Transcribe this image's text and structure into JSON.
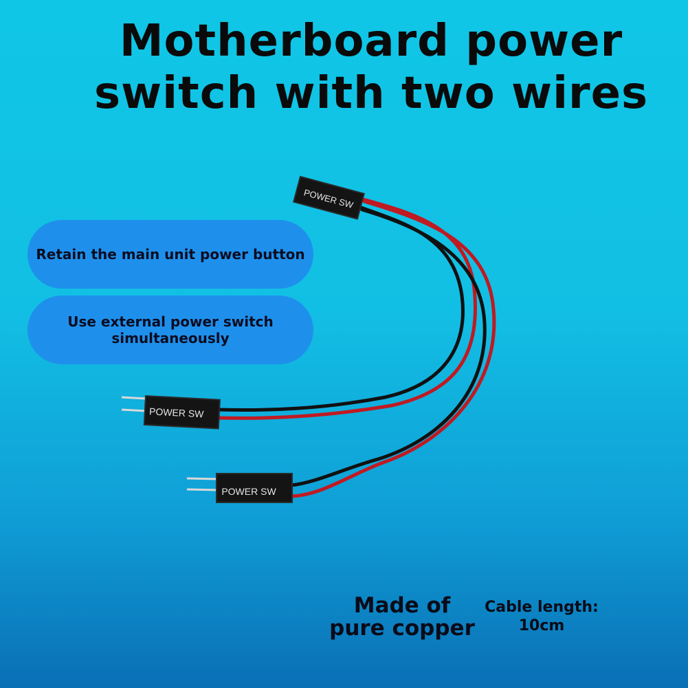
{
  "title": {
    "line1": "Motherboard power",
    "line2": "switch with two wires"
  },
  "features": [
    {
      "lines": [
        "Retain the main unit power button"
      ]
    },
    {
      "lines": [
        "Use external power switch",
        "simultaneously"
      ]
    }
  ],
  "connector_label": "POWER SW",
  "material": {
    "line1": "Made of",
    "line2": "pure copper"
  },
  "cable_length": {
    "line1": "Cable length:",
    "line2": "10cm"
  },
  "colors": {
    "background_top": "#10c6e6",
    "background_bottom": "#0a6fb5",
    "pill": "#1e90ec",
    "wire_red": "#c01a22",
    "wire_black": "#111111",
    "connector": "#141414"
  }
}
